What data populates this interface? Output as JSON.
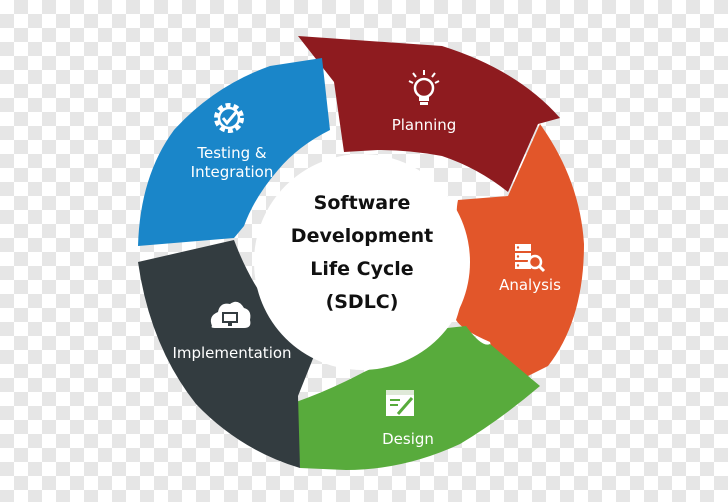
{
  "center": {
    "line1": "Software",
    "line2": "Development",
    "line3": "Life Cycle",
    "line4": "(SDLC)"
  },
  "phases": {
    "planning": {
      "label": "Planning",
      "icon": "lightbulb-icon",
      "color": "#8e1b1f"
    },
    "analysis": {
      "label": "Analysis",
      "icon": "server-search-icon",
      "color": "#e2562a"
    },
    "design": {
      "label": "Design",
      "icon": "design-window-icon",
      "color": "#58ab3c"
    },
    "implementation": {
      "label": "Implementation",
      "icon": "cloud-monitor-icon",
      "color": "#333c40"
    },
    "testing": {
      "label_line1": "Testing &",
      "label_line2": "Integration",
      "icon": "gear-check-icon",
      "color": "#1a86c9"
    }
  }
}
